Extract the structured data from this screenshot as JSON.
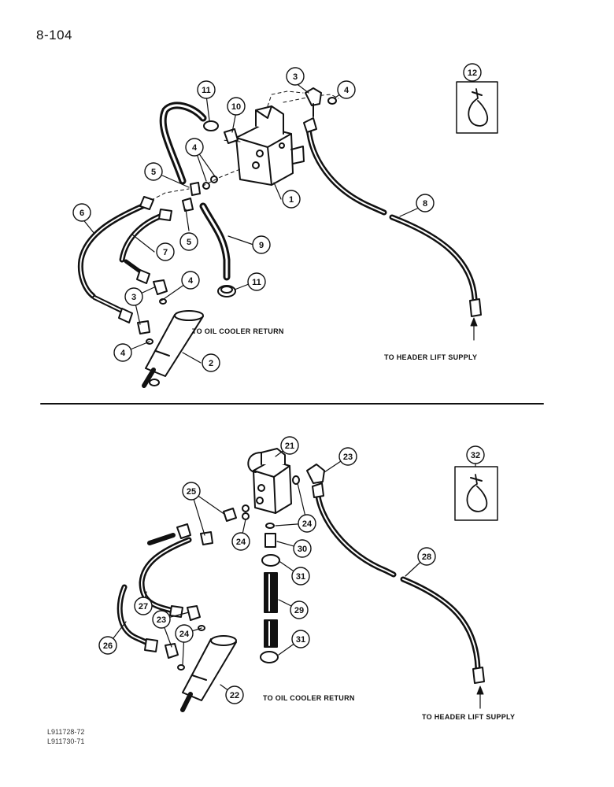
{
  "page": {
    "number": "8-104",
    "ref_codes": [
      "L911728-72",
      "L911730-71"
    ]
  },
  "upper_figure": {
    "callouts": [
      "1",
      "2",
      "3",
      "3",
      "4",
      "4",
      "4",
      "4",
      "5",
      "5",
      "6",
      "7",
      "8",
      "9",
      "10",
      "11",
      "11",
      "12"
    ],
    "labels": {
      "oil_cooler_return": "TO OIL COOLER RETURN",
      "header_lift_supply": "TO HEADER LIFT SUPPLY"
    }
  },
  "lower_figure": {
    "callouts": [
      "21",
      "22",
      "23",
      "23",
      "24",
      "24",
      "24",
      "25",
      "26",
      "27",
      "28",
      "29",
      "30",
      "31",
      "31",
      "32"
    ],
    "labels": {
      "oil_cooler_return": "TO OIL COOLER RETURN",
      "header_lift_supply": "TO HEADER LIFT SUPPLY"
    }
  }
}
